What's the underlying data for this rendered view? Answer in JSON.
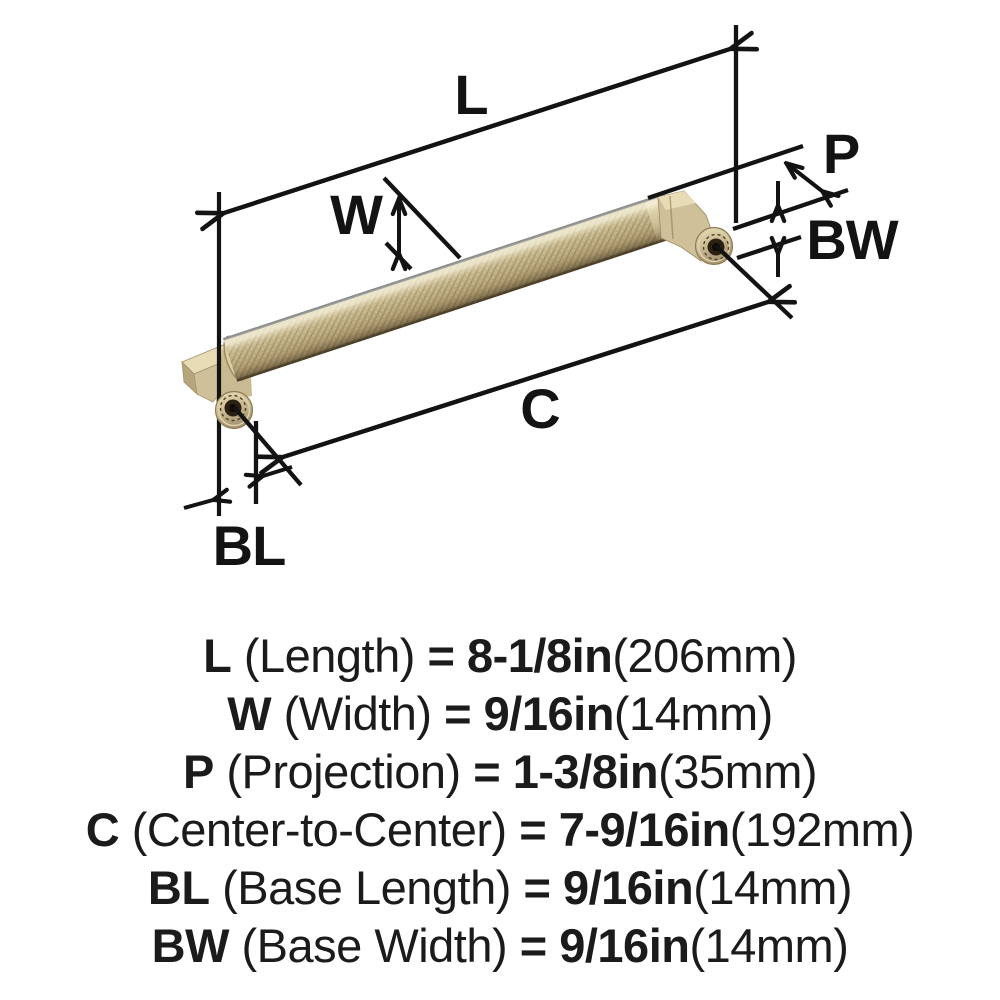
{
  "diagram": {
    "labels": {
      "L": "L",
      "W": "W",
      "P": "P",
      "BW": "BW",
      "C": "C",
      "BL": "BL"
    },
    "colors": {
      "line": "#131313",
      "handle_base": "#c6b78e",
      "handle_light": "#e8dcb6",
      "handle_dark": "#a08c60",
      "screw_hole": "#2a2113",
      "background": "#ffffff"
    }
  },
  "specs": [
    {
      "code": "L",
      "name": "(Length)",
      "equals": "=",
      "value": "8-1/8in",
      "metric": "(206mm)"
    },
    {
      "code": "W",
      "name": "(Width)",
      "equals": "=",
      "value": "9/16in",
      "metric": "(14mm)"
    },
    {
      "code": "P",
      "name": "(Projection)",
      "equals": "=",
      "value": "1-3/8in",
      "metric": "(35mm)"
    },
    {
      "code": "C",
      "name": "(Center-to-Center)",
      "equals": "=",
      "value": "7-9/16in",
      "metric": "(192mm)"
    },
    {
      "code": "BL",
      "name": "(Base Length)",
      "equals": "=",
      "value": "9/16in",
      "metric": "(14mm)"
    },
    {
      "code": "BW",
      "name": "(Base Width)",
      "equals": "=",
      "value": "9/16in",
      "metric": "(14mm)"
    }
  ]
}
